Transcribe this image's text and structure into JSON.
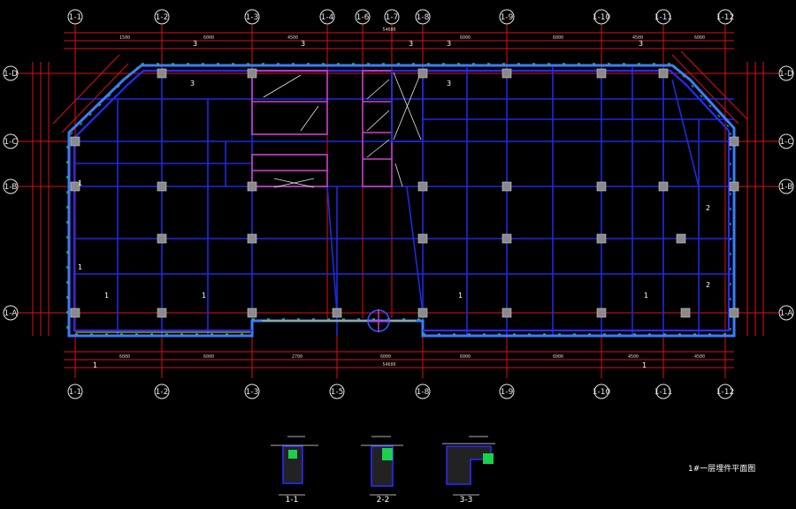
{
  "axes": {
    "top": [
      "1-1",
      "1-2",
      "1-3",
      "1-4",
      "1-6",
      "1-7",
      "1-8",
      "1-9",
      "1-10",
      "1-11",
      "1-12"
    ],
    "bottom": [
      "1-1",
      "1-2",
      "1-3",
      "1-5",
      "1-8",
      "1-9",
      "1-10",
      "1-11",
      "1-12"
    ],
    "left": [
      "1-D",
      "1-C",
      "1-B",
      "1-A"
    ],
    "right": [
      "1-D",
      "1-C",
      "1-B",
      "1-A"
    ]
  },
  "tags": {
    "top": [
      "3",
      "3",
      "3",
      "3",
      "3"
    ],
    "room": [
      "3",
      "3",
      "1",
      "1",
      "1",
      "1"
    ],
    "side_left": [
      "1",
      "1"
    ],
    "side_right": [
      "2",
      "2"
    ],
    "bottom": [
      "1",
      "1"
    ]
  },
  "dims": {
    "top_total": "54600",
    "bottom_total": "54600"
  },
  "sections": [
    {
      "label": "1-1"
    },
    {
      "label": "2-2"
    },
    {
      "label": "3-3"
    }
  ],
  "drawing_title": "1#一层埋件平面图",
  "colors": {
    "background": "#000000",
    "axis": "#e01010",
    "wall": "#2a2aff",
    "beam": "#1e2be0",
    "core": "#d040d0",
    "embed": "#1bd04a",
    "column": "#8a8a8a"
  }
}
